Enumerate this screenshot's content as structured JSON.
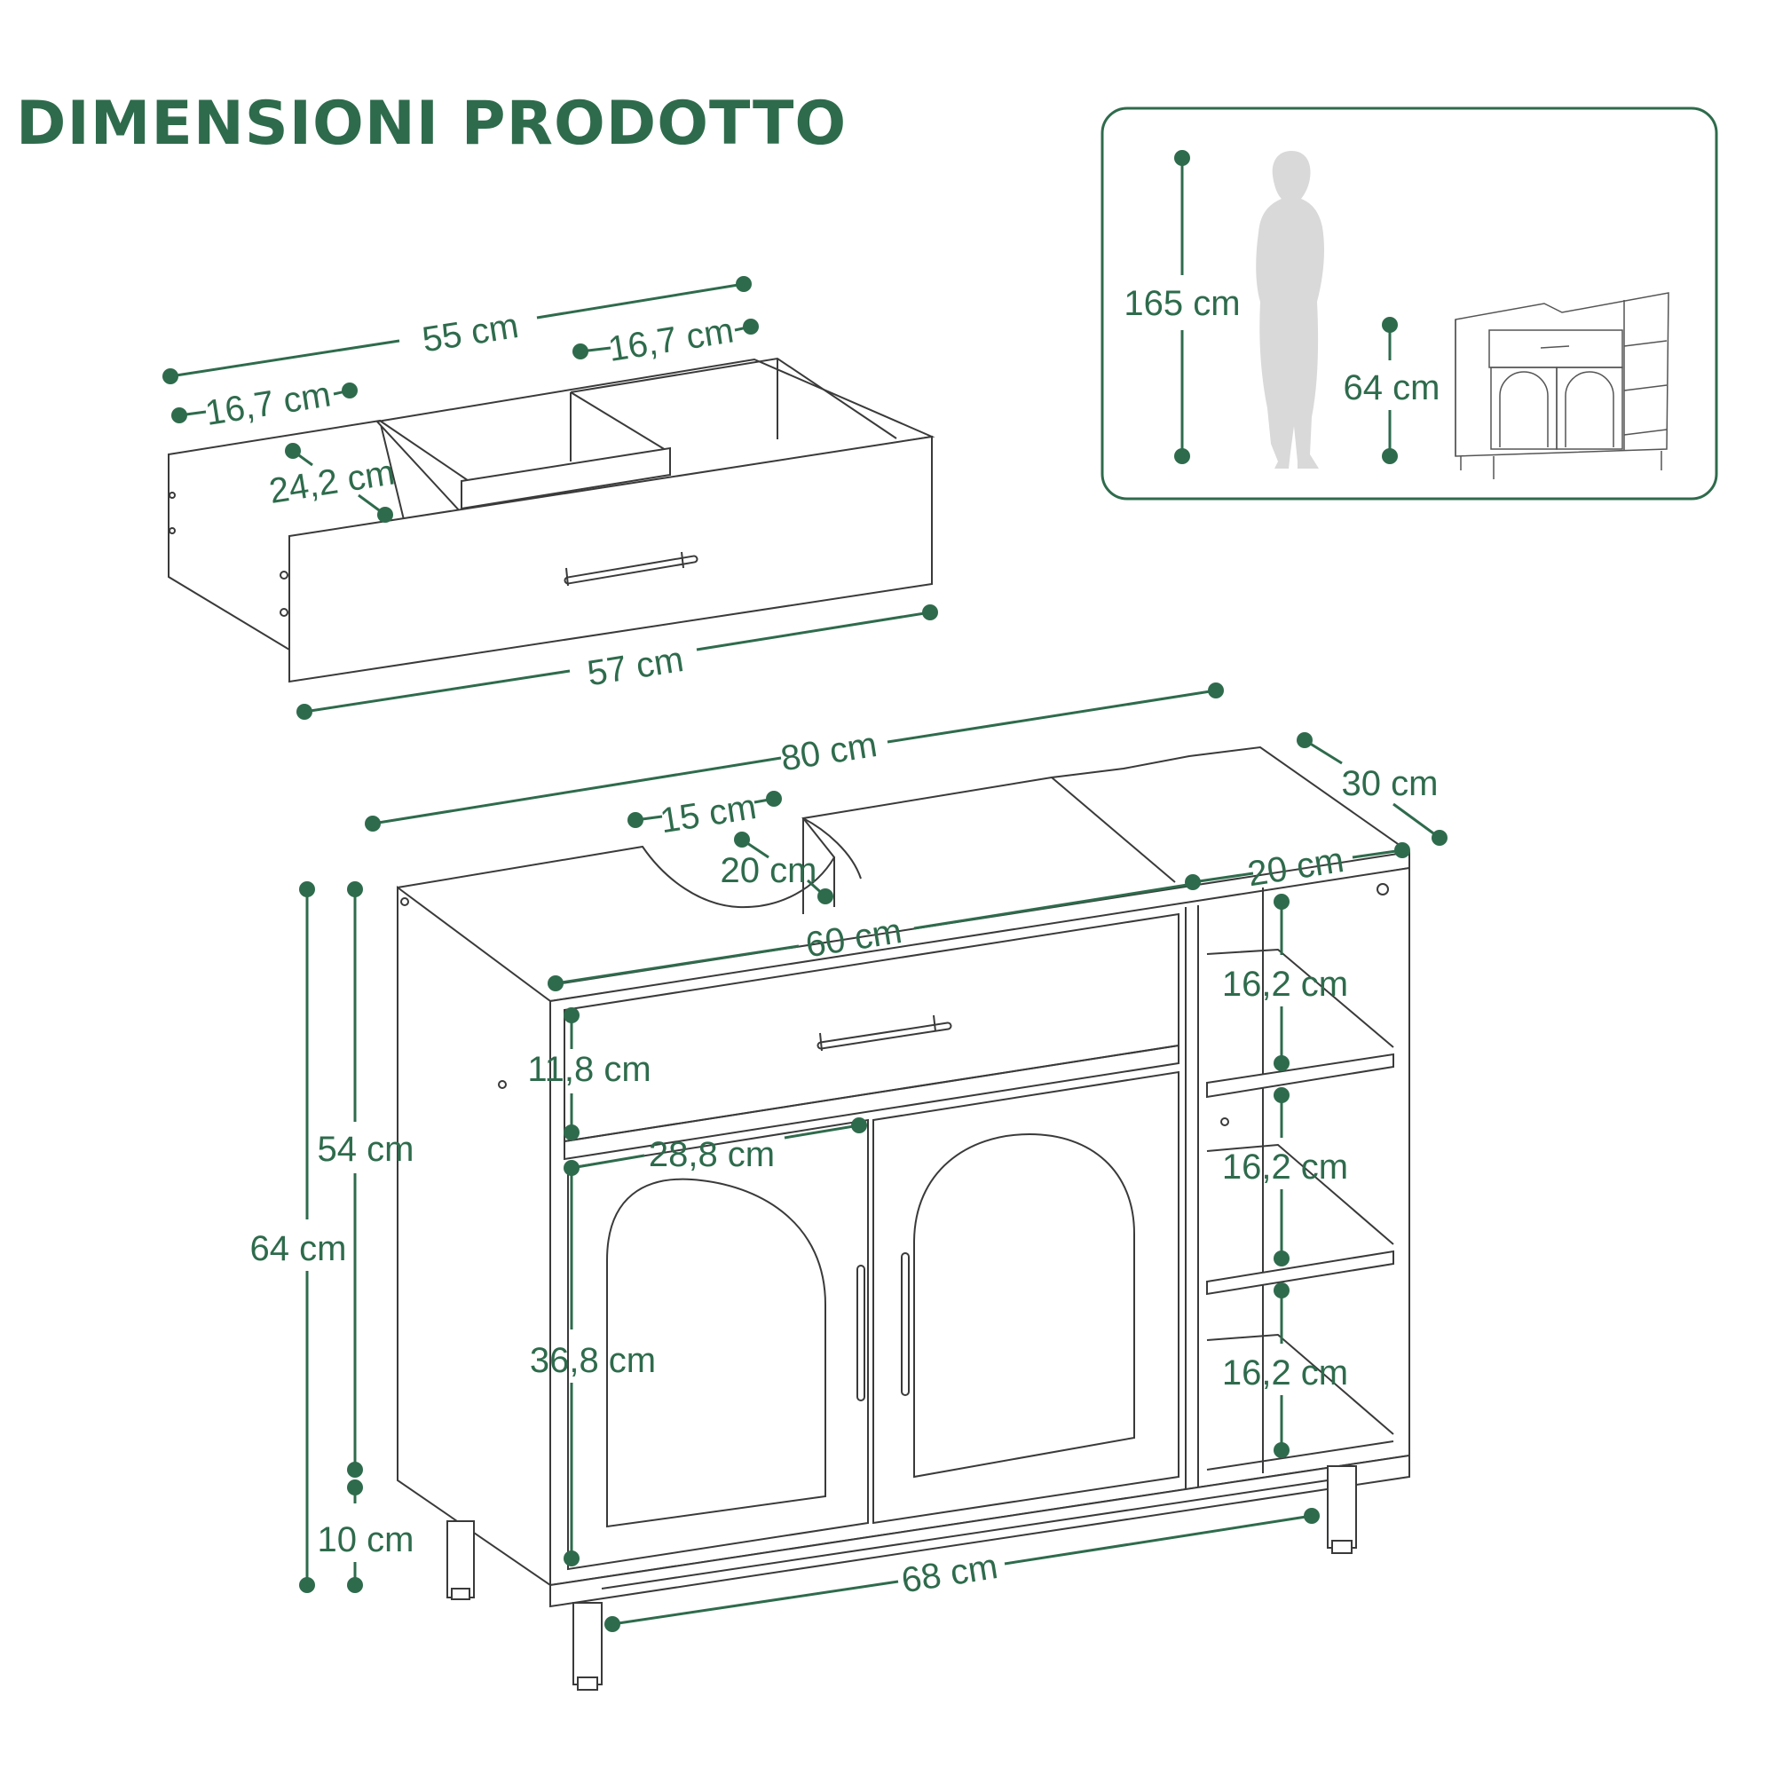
{
  "title": "DIMENSIONI PRODOTTO",
  "colors": {
    "accent": "#2e6b4c",
    "line": "#3a3a3a",
    "silhouette": "#d9d9d9"
  },
  "icons": [
    "person-silhouette-icon"
  ],
  "drawer": {
    "width_top": "55 cm",
    "left_compartment": "16,7 cm",
    "right_compartment": "16,7 cm",
    "depth": "24,2 cm",
    "front_width": "57 cm"
  },
  "cabinet": {
    "width": "80 cm",
    "depth": "30 cm",
    "cutout_width": "15 cm",
    "cutout_depth": "20 cm",
    "shelf_width": "20 cm",
    "drawer_width": "60 cm",
    "drawer_height": "11,8 cm",
    "door_width": "28,8 cm",
    "door_height": "36,8 cm",
    "shelf_height_1": "16,2 cm",
    "shelf_height_2": "16,2 cm",
    "shelf_height_3": "16,2 cm",
    "body_height": "54 cm",
    "total_height": "64 cm",
    "leg_height": "10 cm",
    "leg_span": "68 cm"
  },
  "scale": {
    "person_height": "165 cm",
    "cabinet_height": "64 cm"
  }
}
